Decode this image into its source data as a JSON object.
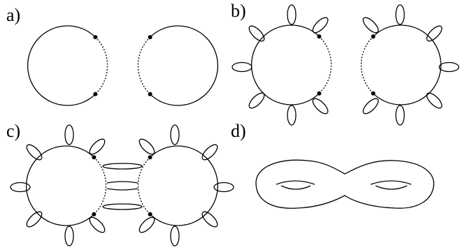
{
  "panels": [
    {
      "id": "a",
      "label": "a)"
    },
    {
      "id": "b",
      "label": "b)"
    },
    {
      "id": "c",
      "label": "c)"
    },
    {
      "id": "d",
      "label": "d)"
    }
  ],
  "colors": {
    "line": "#000000",
    "background": "#ffffff"
  }
}
